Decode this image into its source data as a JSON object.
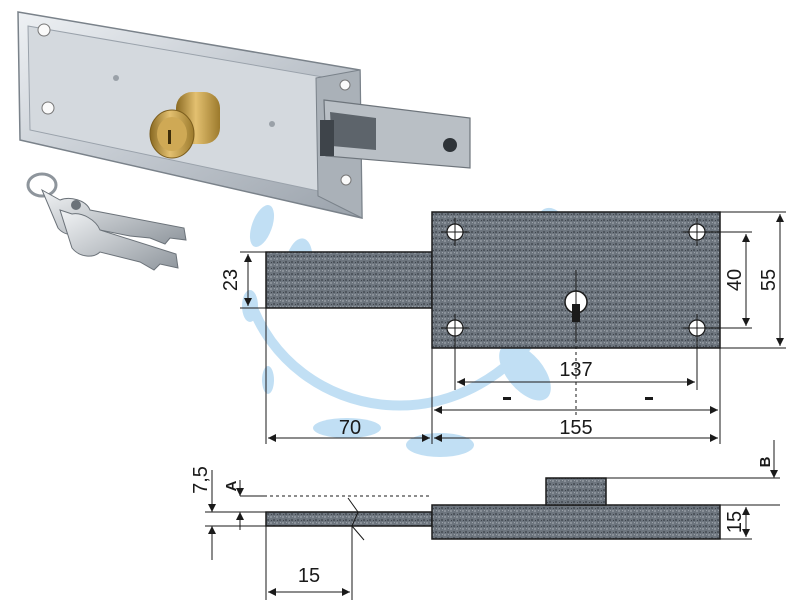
{
  "drawing": {
    "dims": {
      "bolt_height": "23",
      "hole_vertical": "40",
      "body_height": "55",
      "hole_horizontal": "137",
      "body_length": "155",
      "bolt_throw": "70",
      "plate_offset": "7,5",
      "label_a": "A",
      "label_b": "B",
      "body_thickness": "15",
      "bolt_width": "15"
    },
    "colors": {
      "metal_dark": "#5f6872",
      "metal_light": "#c9ced4",
      "brass": "#c9a24a",
      "watermark": "#8fc6ec",
      "line": "#1a1a1a"
    }
  }
}
